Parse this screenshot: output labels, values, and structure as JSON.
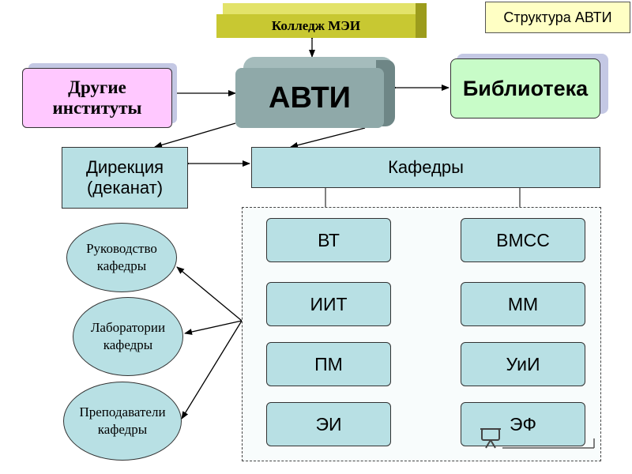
{
  "title": "Структура АВТИ",
  "college": "Колледж МЭИ",
  "avti": "АВТИ",
  "other_institutes": [
    "Другие",
    "институты"
  ],
  "library": "Библиотека",
  "directorate": [
    "Дирекция",
    "(деканат)"
  ],
  "departments_header": "Кафедры",
  "departments_left": [
    "ВТ",
    "ИИТ",
    "ПМ",
    "ЭИ"
  ],
  "departments_right": [
    "ВМСС",
    "ММ",
    "УиИ",
    "ЭФ"
  ],
  "ellipses": [
    [
      "Руководство",
      "кафедры"
    ],
    [
      "Лаборатории",
      "кафедры"
    ],
    [
      "Преподаватели",
      "кафедры"
    ]
  ],
  "colors": {
    "college": "#c8c832",
    "avti": "#8fa9a9",
    "other_institutes": "#ffc8ff",
    "library": "#c8fcc8",
    "boxes": "#b8e0e4",
    "title_box": "#ffffc4"
  },
  "icons": [
    "presentation-logo-icon"
  ]
}
